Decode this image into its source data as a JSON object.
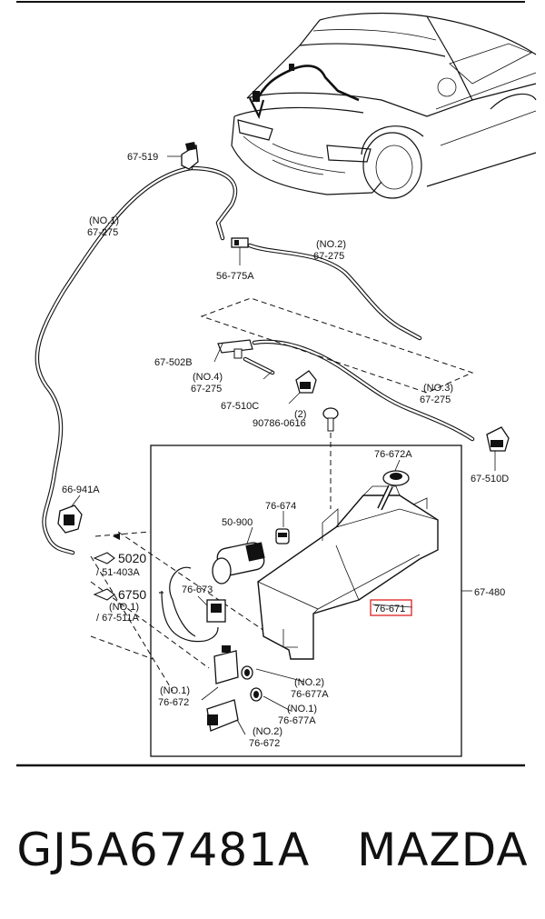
{
  "labels": {
    "p67_519": "67-519",
    "no1_a": "(NO.1)",
    "p67_275_a": "67-275",
    "p56_775A": "56-775A",
    "no2_a": "(NO.2)",
    "p67_275_b": "67-275",
    "p67_502B": "67-502B",
    "no4": "(NO.4)",
    "p67_275_c": "67-275",
    "p67_510C": "67-510C",
    "p2": "(2)",
    "p90786": "90786-0616",
    "no3": "(NO.3)",
    "p67_275_d": "67-275",
    "p67_510D": "67-510D",
    "p76_672A": "76-672A",
    "p66_941A": "66-941A",
    "p76_674": "76-674",
    "p50_900": "50-900",
    "p5020": "5020",
    "p51_403A": "/ 51-403A",
    "p6750": "6750",
    "no1_b": "(NO.1)",
    "p67_511A": "/ 67-511A",
    "p76_673": "76-673",
    "p76_671": "76-671",
    "p67_480": "67-480",
    "no2_b": "(NO.2)",
    "p76_677A_a": "76-677A",
    "no1_c": "(NO.1)",
    "p76_672_a": "76-672",
    "no1_d": "(NO.1)",
    "p76_677A_b": "76-677A",
    "no2_c": "(NO.2)",
    "p76_672_b": "76-672"
  },
  "footer": {
    "part_number": "GJ5A67481A",
    "brand": "MAZDA"
  },
  "colors": {
    "highlight_box": "#e02020",
    "line": "#111111",
    "background": "#ffffff"
  }
}
